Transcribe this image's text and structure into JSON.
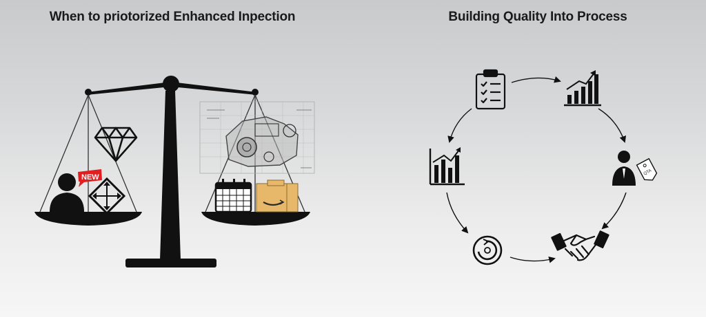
{
  "left_panel": {
    "title": "When to priotorized Enhanced Inpection",
    "badge_label": "NEW"
  },
  "right_panel": {
    "title": "Building Quality Into Process",
    "cycle_nodes": [
      "checklist-icon",
      "rising-bar-chart-icon",
      "person-with-tag-icon",
      "handshake-icon",
      "cycle-circle-icon",
      "bar-chart-icon"
    ],
    "tag_label": "QTA"
  },
  "colors": {
    "ink": "#111111",
    "badge_red": "#e02020",
    "box_tan": "#e8b86a",
    "box_smile": "#2a2a2a"
  }
}
